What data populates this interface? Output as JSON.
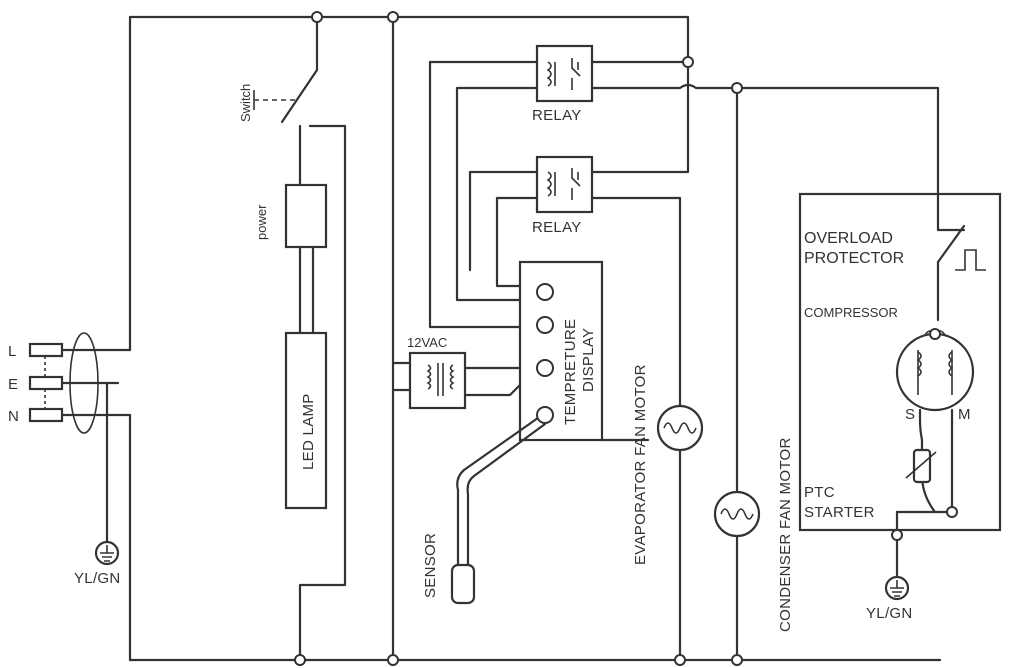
{
  "labels": {
    "switch": "Switch",
    "power": "power",
    "led_lamp": "LED LAMP",
    "relay_top": "RELAY",
    "relay_bottom": "RELAY",
    "transformer": "12VAC",
    "temperature_display_line1": "TEMPRETURE",
    "temperature_display_line2": "DISPLAY",
    "evaporator_fan_motor": "EVAPORATOR FAN MOTOR",
    "condenser_fan_motor": "CONDENSER FAN MOTOR",
    "sensor": "SENSOR",
    "overload_line1": "OVERLOAD",
    "overload_line2": "PROTECTOR",
    "compressor": "COMPRESSOR",
    "compressor_s": "S",
    "compressor_m": "M",
    "ptc_line1": "PTC",
    "ptc_line2": "STARTER",
    "terminal_l": "L",
    "terminal_e": "E",
    "terminal_n": "N",
    "ground_left": "YL/GN",
    "ground_right": "YL/GN"
  },
  "colors": {
    "line": "#333333",
    "background": "#ffffff"
  },
  "icons": [
    "coil-icon",
    "ground-icon",
    "relay-contact-icon",
    "transformer-icon",
    "motor-winding-icon",
    "ptc-thermistor-icon"
  ]
}
